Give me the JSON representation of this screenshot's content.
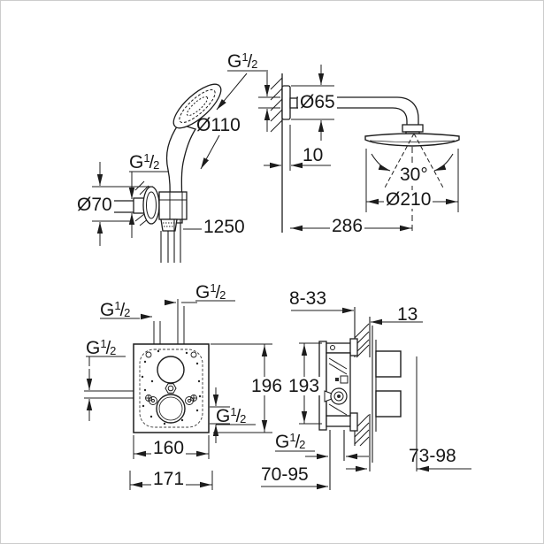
{
  "labels": {
    "g_half": {
      "g": "G",
      "numerator": "1",
      "slash": "/",
      "denominator": "2"
    },
    "hand_shower": {
      "head_diameter": "Ø110",
      "holder_flange_diameter": "Ø70",
      "hose_length": "1250"
    },
    "head_shower": {
      "flange_diameter": "Ø65",
      "wall_distance": "10",
      "swivel_angle": "30°",
      "head_diameter": "Ø210",
      "projection": "286"
    },
    "mixer_front": {
      "height": "196",
      "housing_width": "160",
      "plate_width": "171"
    },
    "mixer_side": {
      "mounting_depth_range": "8-33",
      "trim_distance": "13",
      "height": "193",
      "depth_range_supply": "70-95",
      "depth_range_handle": "73-98"
    }
  },
  "colors": {
    "line": "#1c1c1c",
    "background": "#ffffff",
    "frame": "#cccccc"
  }
}
